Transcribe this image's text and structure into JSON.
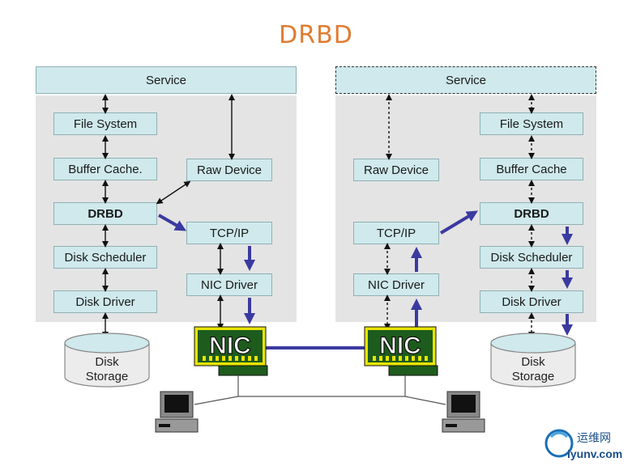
{
  "title": "DRBD",
  "left": {
    "service": "Service",
    "file_system": "File System",
    "buffer_cache": "Buffer Cache.",
    "raw_device": "Raw Device",
    "drbd": "DRBD",
    "tcp_ip": "TCP/IP",
    "disk_scheduler": "Disk Scheduler",
    "nic_driver": "NIC Driver",
    "disk_driver": "Disk Driver",
    "disk_storage_line1": "Disk",
    "disk_storage_line2": "Storage",
    "nic_card": "NIC"
  },
  "right": {
    "service": "Service",
    "file_system": "File System",
    "buffer_cache": "Buffer Cache",
    "raw_device": "Raw Device",
    "drbd": "DRBD",
    "tcp_ip": "TCP/IP",
    "disk_scheduler": "Disk Scheduler",
    "nic_driver": "NIC Driver",
    "disk_driver": "Disk Driver",
    "disk_storage_line1": "Disk",
    "disk_storage_line2": "Storage",
    "nic_card": "NIC"
  },
  "watermark": {
    "cn": "运维网",
    "url": "iyunv.com"
  },
  "colors": {
    "title": "#e07c32",
    "box_fill": "#cfe9ec",
    "panel": "#e4e4e4",
    "data_arrow": "#3a3aa0",
    "nic_green": "#1d5c1d"
  }
}
